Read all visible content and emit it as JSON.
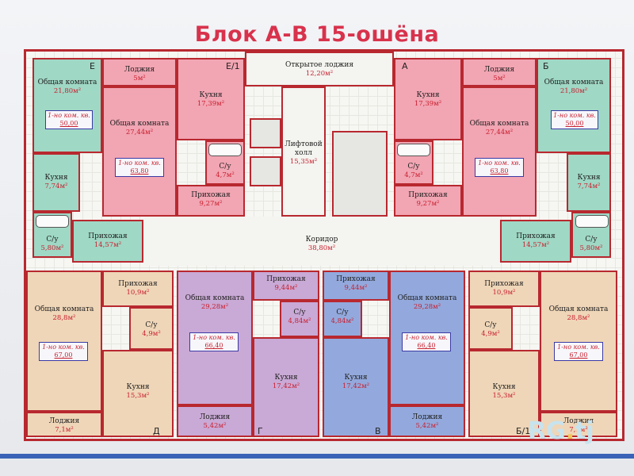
{
  "title": "Блок А-В 15-ошёна",
  "sections": [
    "Е",
    "Е/1",
    "А",
    "Б",
    "Д",
    "Г",
    "В",
    "Б/1"
  ],
  "rooms": {
    "e_living": {
      "name": "Общая комната",
      "area": "21,80м²"
    },
    "e_unit": {
      "type": "1-но ком. кв.",
      "total": "50,00"
    },
    "e_kitchen": {
      "name": "Кухня",
      "area": "7,74м²"
    },
    "e_bath": {
      "name": "С/у",
      "area": "5,80м²"
    },
    "e_hall": {
      "name": "Прихожая",
      "area": "14,57м²"
    },
    "e1_loggia": {
      "name": "Лоджия",
      "area": "5м²"
    },
    "e1_living": {
      "name": "Общая комната",
      "area": "27,44м²"
    },
    "e1_unit": {
      "type": "1-но ком. кв.",
      "total": "63,80"
    },
    "e1_kitchen": {
      "name": "Кухня",
      "area": "17,39м²"
    },
    "e1_bath": {
      "name": "С/у",
      "area": "4,7м²"
    },
    "e1_hall": {
      "name": "Прихожая",
      "area": "9,27м²"
    },
    "open_loggia": {
      "name": "Открытое лоджия",
      "area": "12,20м²"
    },
    "lift_hall": {
      "name": "Лифтовой холл",
      "area": "15,35м²"
    },
    "corridor": {
      "name": "Коридор",
      "area": "38,80м²"
    },
    "a_kitchen": {
      "name": "Кухня",
      "area": "17,39м²"
    },
    "a_bath": {
      "name": "С/у",
      "area": "4,7м²"
    },
    "a_hall": {
      "name": "Прихожая",
      "area": "9,27м²"
    },
    "a_loggia": {
      "name": "Лоджия",
      "area": "5м²"
    },
    "a_living": {
      "name": "Общая комната",
      "area": "27,44м²"
    },
    "a_unit": {
      "type": "1-но ком. кв.",
      "total": "63,80"
    },
    "b_living": {
      "name": "Общая комната",
      "area": "21,80м²"
    },
    "b_unit": {
      "type": "1-но ком. кв.",
      "total": "50,00"
    },
    "b_kitchen": {
      "name": "Кухня",
      "area": "7,74м²"
    },
    "b_bath": {
      "name": "С/у",
      "area": "5,80м²"
    },
    "b_hall": {
      "name": "Прихожая",
      "area": "14,57м²"
    },
    "d_living": {
      "name": "Общая комната",
      "area": "28,8м²"
    },
    "d_unit": {
      "type": "1-но ком. кв.",
      "total": "67,00"
    },
    "d_loggia": {
      "name": "Лоджия",
      "area": "7,1м²"
    },
    "d_hall": {
      "name": "Прихожая",
      "area": "10,9м²"
    },
    "d_bath": {
      "name": "С/у",
      "area": "4,9м²"
    },
    "d_kitchen": {
      "name": "Кухня",
      "area": "15,3м²"
    },
    "g_living": {
      "name": "Общая комната",
      "area": "29,28м²"
    },
    "g_unit": {
      "type": "1-но ком. кв.",
      "total": "66,40"
    },
    "g_loggia": {
      "name": "Лоджия",
      "area": "5,42м²"
    },
    "g_hall": {
      "name": "Прихожая",
      "area": "9,44м²"
    },
    "g_bath": {
      "name": "С/у",
      "area": "4,84м²"
    },
    "g_kitchen": {
      "name": "Кухня",
      "area": "17,42м²"
    },
    "v_hall": {
      "name": "Прихожая",
      "area": "9,44м²"
    },
    "v_bath": {
      "name": "С/у",
      "area": "4,84м²"
    },
    "v_kitchen": {
      "name": "Кухня",
      "area": "17,42м²"
    },
    "v_living": {
      "name": "Общая комната",
      "area": "29,28м²"
    },
    "v_unit": {
      "type": "1-но ком. кв.",
      "total": "66,40"
    },
    "v_loggia": {
      "name": "Лоджия",
      "area": "5,42м²"
    },
    "b1_hall": {
      "name": "Прихожая",
      "area": "10,9м²"
    },
    "b1_bath": {
      "name": "С/у",
      "area": "4,9м²"
    },
    "b1_kitchen": {
      "name": "Кухня",
      "area": "15,3м²"
    },
    "b1_living": {
      "name": "Общая комната",
      "area": "28,8м²"
    },
    "b1_unit": {
      "type": "1-но ком. кв.",
      "total": "67,00"
    },
    "b1_loggia": {
      "name": "Лоджия",
      "area": "7,1м²"
    }
  },
  "watermark": {
    "part1": "RG",
    "dot": ".",
    "part2": "tj"
  },
  "colors": {
    "title": "#d8324c",
    "walls": "#b8282f",
    "accent_band": "#3a63b8"
  }
}
